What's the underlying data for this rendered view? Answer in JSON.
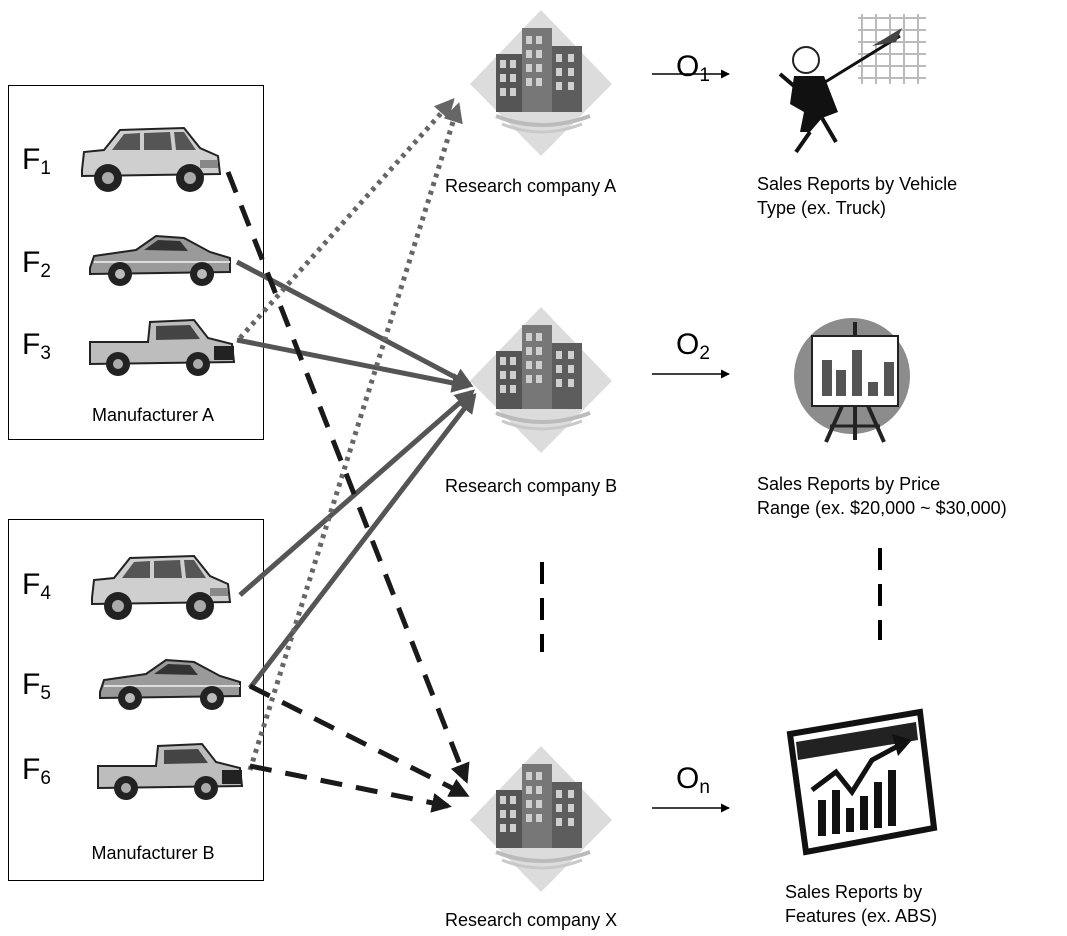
{
  "manufacturers": [
    {
      "name": "Manufacturer A",
      "features": [
        {
          "letter": "F",
          "sub": "1",
          "vehicle_icon": "suv-icon"
        },
        {
          "letter": "F",
          "sub": "2",
          "vehicle_icon": "sports-car-icon"
        },
        {
          "letter": "F",
          "sub": "3",
          "vehicle_icon": "pickup-truck-icon"
        }
      ]
    },
    {
      "name": "Manufacturer B",
      "features": [
        {
          "letter": "F",
          "sub": "4",
          "vehicle_icon": "suv-icon"
        },
        {
          "letter": "F",
          "sub": "5",
          "vehicle_icon": "sports-car-icon"
        },
        {
          "letter": "F",
          "sub": "6",
          "vehicle_icon": "pickup-truck-icon"
        }
      ]
    }
  ],
  "research_companies": [
    {
      "name": "Research company A",
      "icon": "office-building-icon"
    },
    {
      "name": "Research company B",
      "icon": "office-building-icon"
    },
    {
      "name": "Research company X",
      "icon": "office-building-icon"
    }
  ],
  "outputs": [
    {
      "letter": "O",
      "sub": "1",
      "report_line1": "Sales Reports by Vehicle",
      "report_line2": "Type (ex. Truck)",
      "icon": "presenter-figure-icon"
    },
    {
      "letter": "O",
      "sub": "2",
      "report_line1": "Sales Reports by Price",
      "report_line2": "Range (ex. $20,000 ~ $30,000)",
      "icon": "bar-chart-easel-icon"
    },
    {
      "letter": "O",
      "sub": "n",
      "report_line1": "Sales Reports by",
      "report_line2": "Features (ex. ABS)",
      "icon": "rising-chart-icon"
    }
  ],
  "colors": {
    "solid_arrow": "#555555",
    "dotted_arrow": "#666666",
    "dashed_arrow": "#1a1a1a",
    "building_diamond": "#d8d8d8",
    "building_body": "#6e6e6e"
  }
}
